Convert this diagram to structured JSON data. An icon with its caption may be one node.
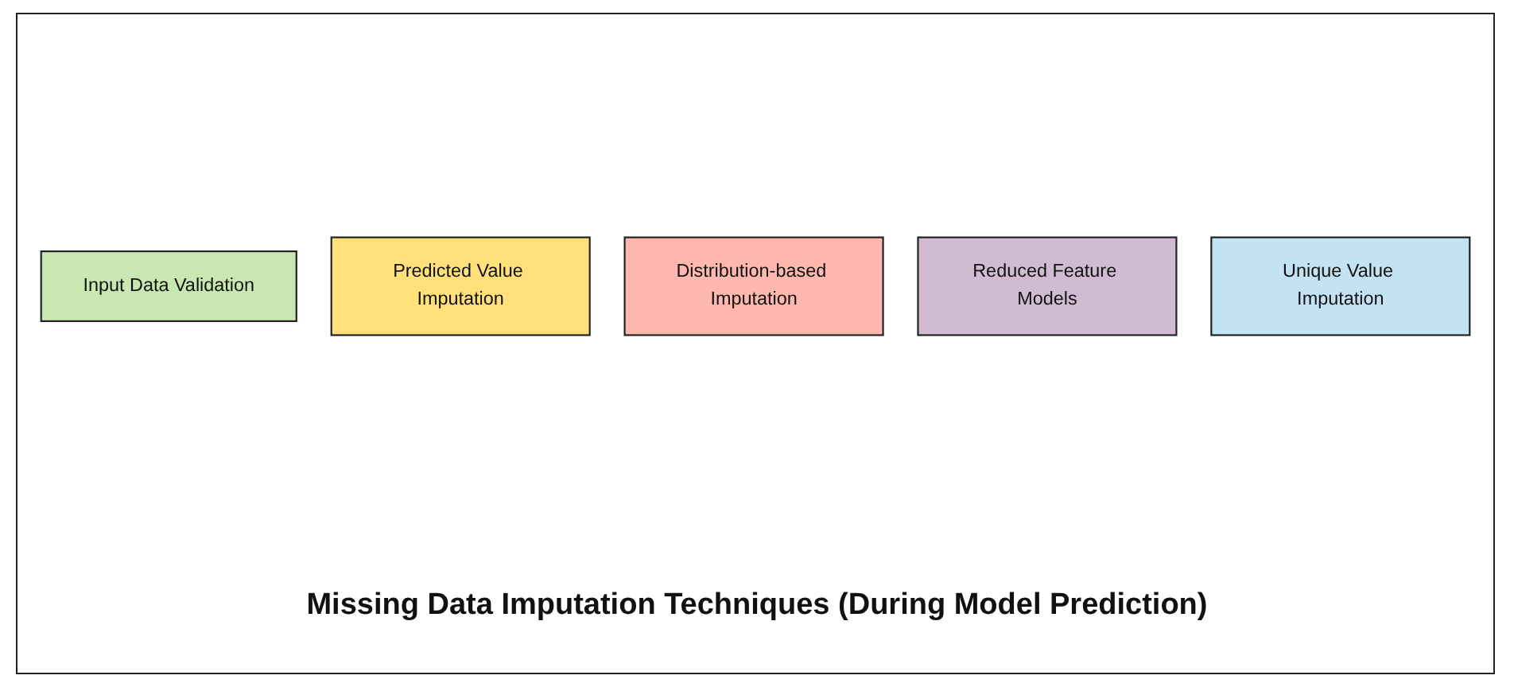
{
  "diagram": {
    "caption": "Missing Data Imputation Techniques (During Model Prediction)",
    "nodes": [
      {
        "text": [
          "Input Data Validation"
        ]
      },
      {
        "text": [
          "Predicted Value Imputation"
        ]
      },
      {
        "text": [
          "Distribution-based Imputation"
        ]
      },
      {
        "text": [
          "Reduced Feature Models"
        ]
      },
      {
        "text": [
          "Unique Value Imputation"
        ]
      }
    ],
    "edges": []
  }
}
